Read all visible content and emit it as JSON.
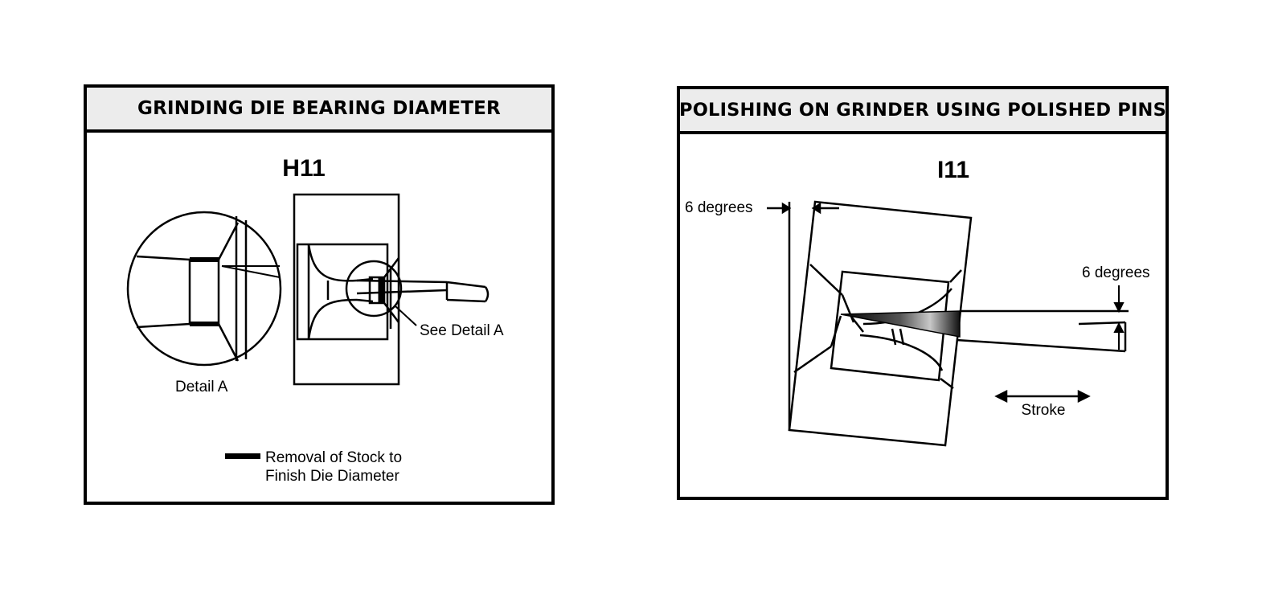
{
  "left_panel": {
    "title": "GRINDING DIE BEARING DIAMETER",
    "code": "H11",
    "detail_label": "Detail A",
    "see_detail_label": "See Detail A",
    "legend": {
      "line1": "Removal of Stock to",
      "line2": "Finish Die Diameter"
    }
  },
  "right_panel": {
    "title": "POLISHING ON GRINDER USING POLISHED PINS",
    "code": "I11",
    "angle_label_left": "6 degrees",
    "angle_label_right": "6 degrees",
    "stroke_label": "Stroke"
  }
}
